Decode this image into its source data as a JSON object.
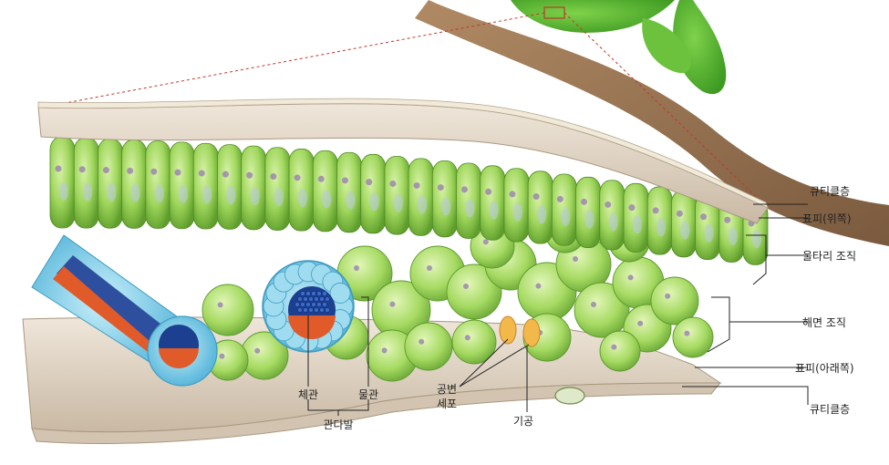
{
  "labels": {
    "cuticle_upper": "큐티클층",
    "epidermis_upper": "표피(위쪽)",
    "palisade": "울타리 조직",
    "spongy": "해면 조직",
    "epidermis_lower": "표피(아래쪽)",
    "cuticle_lower": "큐티클층",
    "phloem": "체관",
    "xylem": "물관",
    "vascular_bundle": "관다발",
    "guard_cell_line1": "공변",
    "guard_cell_line2": "세포",
    "stoma": "기공"
  },
  "colors": {
    "palisade_green": "#8fcf4a",
    "spongy_green": "#9ed65a",
    "epidermis_tan": "#d9cbb8",
    "vascular_blue": "#7fd0ea",
    "phloem_red": "#e05a2a",
    "xylem_navy": "#1d3f8f",
    "guide_red": "#c0392b"
  }
}
